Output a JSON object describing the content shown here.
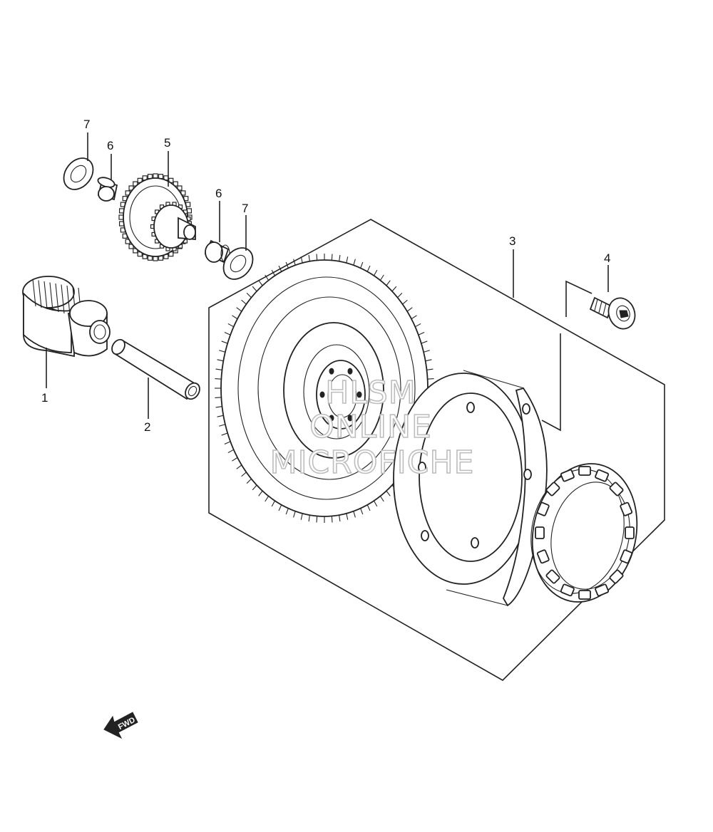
{
  "callouts": [
    {
      "id": "c1",
      "label": "1"
    },
    {
      "id": "c2",
      "label": "2"
    },
    {
      "id": "c3",
      "label": "3"
    },
    {
      "id": "c4",
      "label": "4"
    },
    {
      "id": "c5",
      "label": "5"
    },
    {
      "id": "c6a",
      "label": "6"
    },
    {
      "id": "c6b",
      "label": "6"
    },
    {
      "id": "c7a",
      "label": "7"
    },
    {
      "id": "c7b",
      "label": "7"
    }
  ],
  "watermark": [
    "HLSM",
    "ONLINE",
    "MICROFICHE"
  ],
  "direction_marker": "FWD"
}
